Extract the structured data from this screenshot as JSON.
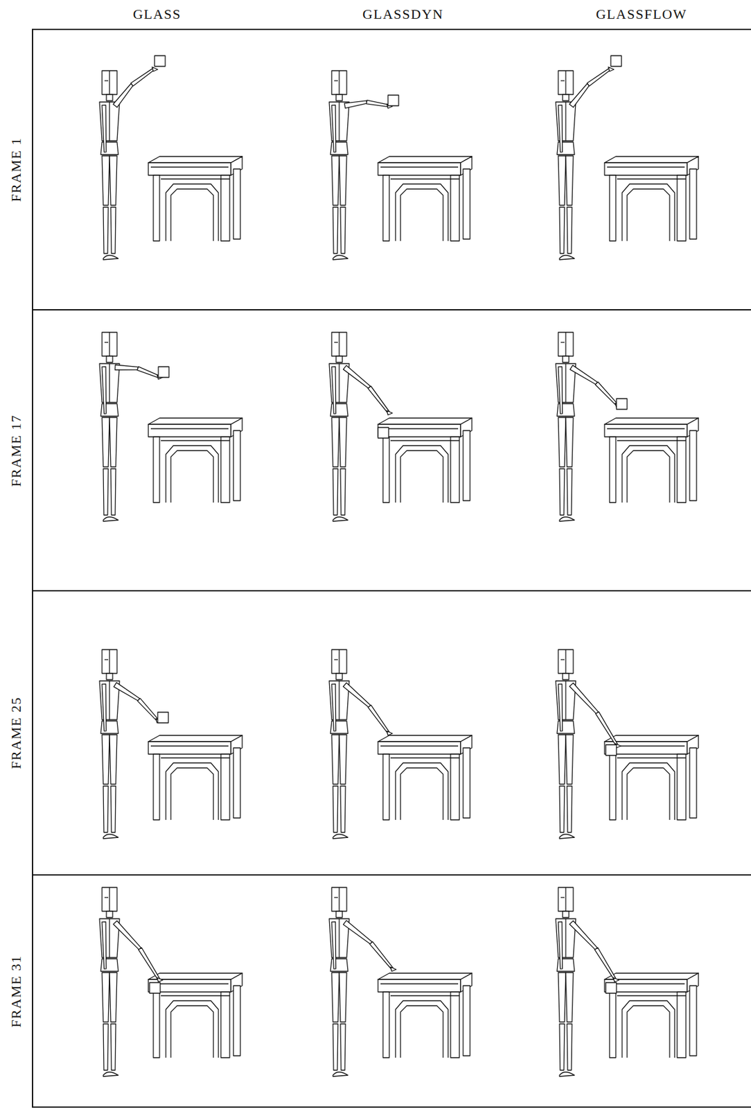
{
  "diagram": {
    "labels": [
      "GLASS",
      "GLASSDYN",
      "GLASSFLOW",
      "FRAME 1",
      "FRAME 17",
      "FRAME 25",
      "FRAME 31"
    ]
  }
}
